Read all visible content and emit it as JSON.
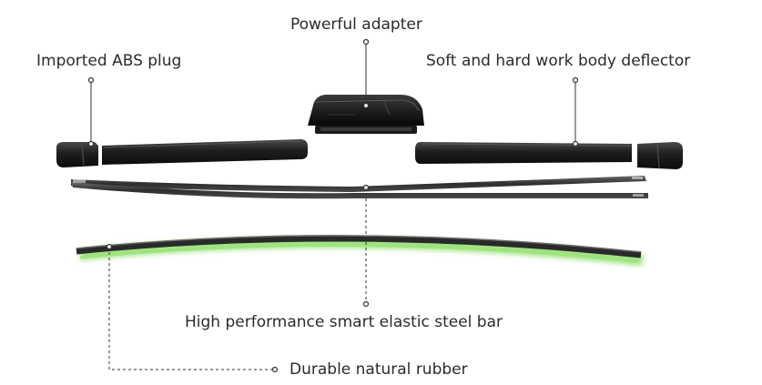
{
  "labels": {
    "adapter": "Powerful adapter",
    "plug": "Imported ABS plug",
    "deflector": "Soft and hard work body deflector",
    "steel_bar": "High performance smart elastic steel bar",
    "rubber": "Durable natural rubber"
  },
  "colors": {
    "text": "#2b2b2b",
    "component_body": "#2a2a2a",
    "leader_line": "#333333",
    "rubber_glow": "#7ed957"
  }
}
